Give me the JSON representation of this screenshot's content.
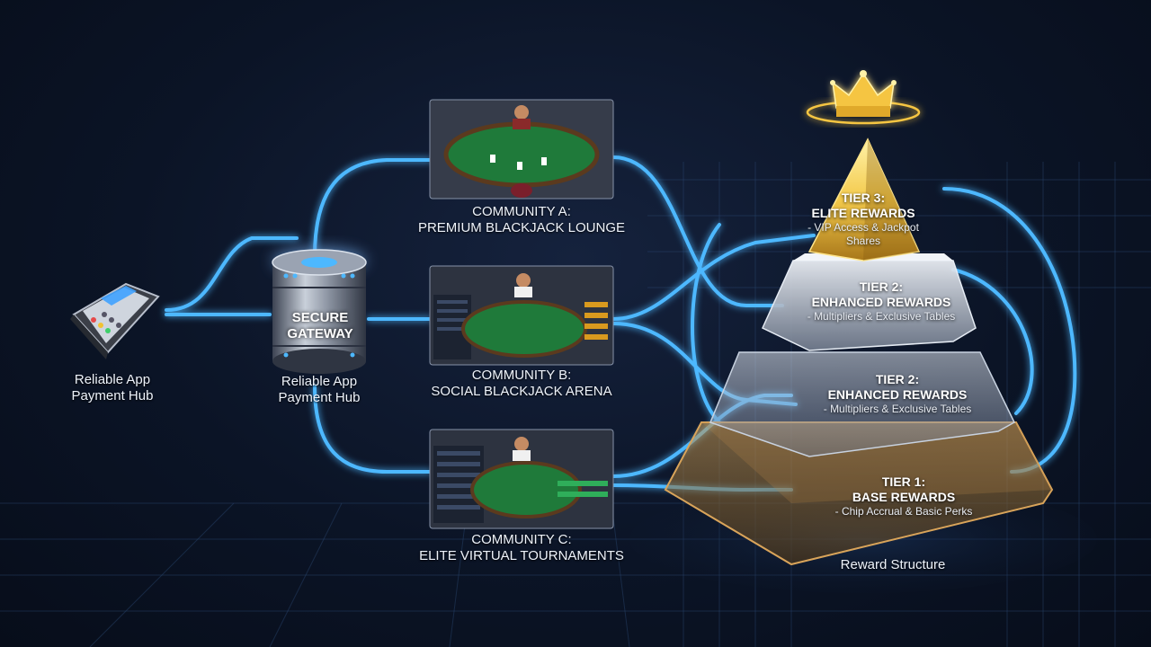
{
  "terminal": {
    "label_line1": "Reliable App",
    "label_line2": "Payment Hub"
  },
  "gateway": {
    "title_line1": "SECURE",
    "title_line2": "GATEWAY",
    "label_line1": "Reliable App",
    "label_line2": "Payment Hub"
  },
  "communities": [
    {
      "title": "COMMUNITY A:",
      "subtitle": "PREMIUM BLACKJACK LOUNGE"
    },
    {
      "title": "COMMUNITY B:",
      "subtitle": "SOCIAL BLACKJACK ARENA"
    },
    {
      "title": "COMMUNITY C:",
      "subtitle": "ELITE VIRTUAL TOURNAMENTS"
    }
  ],
  "reward_structure": {
    "caption": "Reward Structure",
    "tiers": [
      {
        "title_line1": "TIER 3:",
        "title_line2": "ELITE REWARDS",
        "desc_line1": "- VIP Access & Jackpot",
        "desc_line2": "Shares"
      },
      {
        "title_line1": "TIER 2:",
        "title_line2": "ENHANCED REWARDS",
        "desc_line1": "- Multipliers & Exclusive Tables",
        "desc_line2": ""
      },
      {
        "title_line1": "TIER 2:",
        "title_line2": "ENHANCED REWARDS",
        "desc_line1": "- Multipliers & Exclusive Tables",
        "desc_line2": ""
      },
      {
        "title_line1": "TIER 1:",
        "title_line2": "BASE REWARDS",
        "desc_line1": "- Chip Accrual & Basic Perks",
        "desc_line2": ""
      }
    ]
  },
  "colors": {
    "glow": "#4db8ff",
    "gold": "#f5c542",
    "felt": "#1f7a3a",
    "background": "#0b1426"
  },
  "icons": [
    "payment-terminal-icon",
    "database-server-icon",
    "crown-icon"
  ]
}
